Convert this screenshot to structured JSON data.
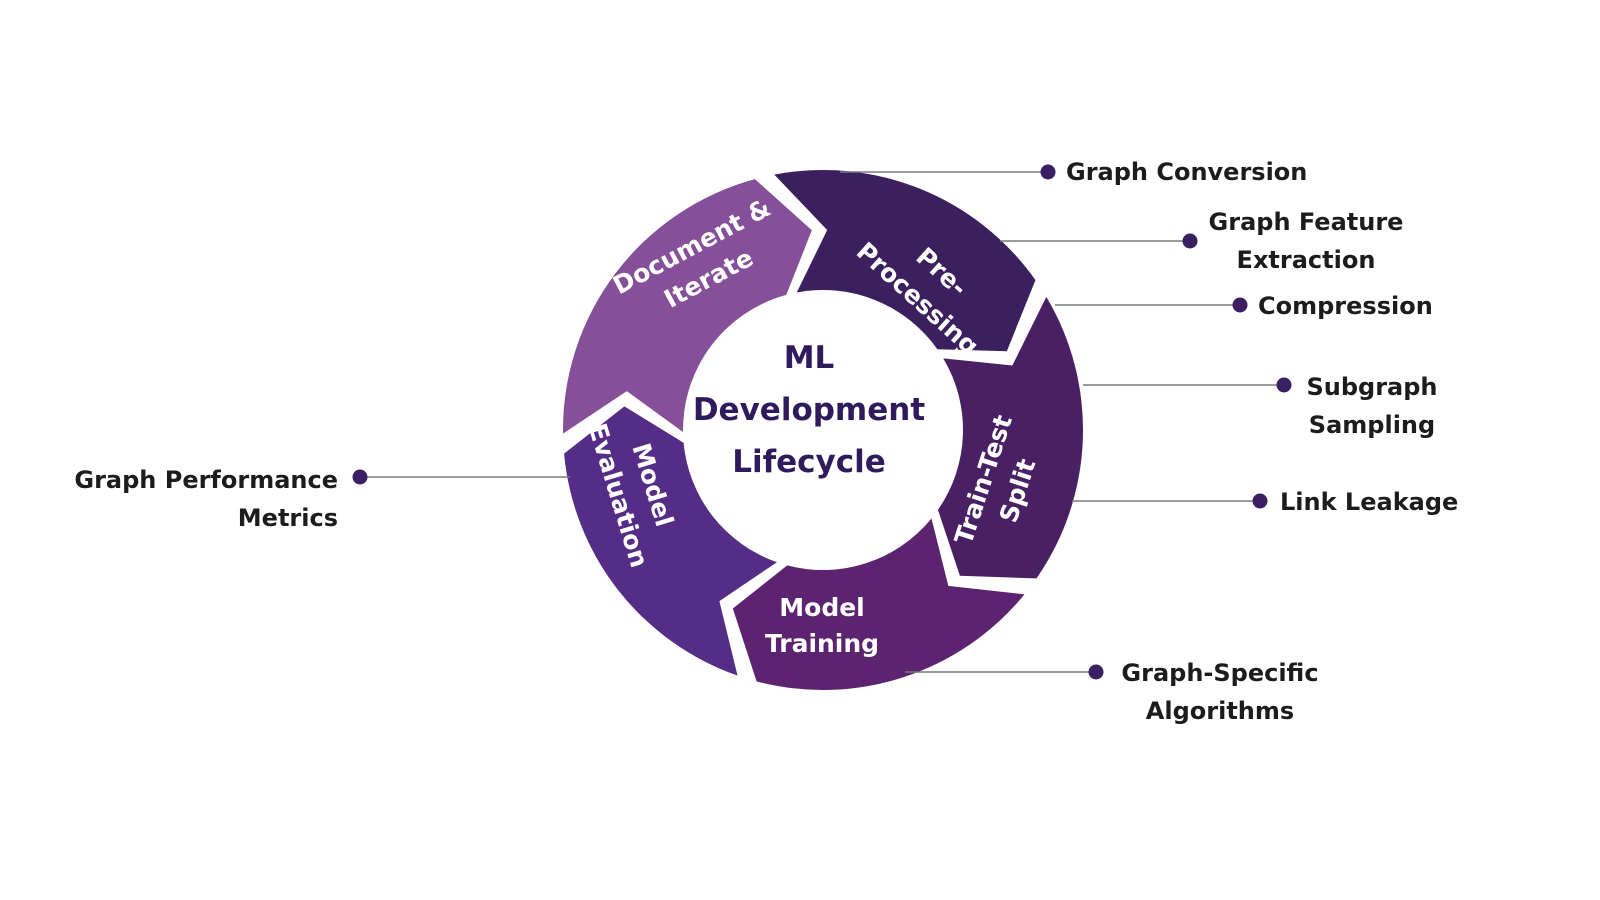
{
  "center": {
    "lines": [
      "ML",
      "Development",
      "Lifecycle"
    ]
  },
  "colors": {
    "center_text": "#2e1a5c",
    "dot": "#3a1f63",
    "pre_processing": "#3c1f5e",
    "train_test_split": "#482063",
    "model_training": "#5c2470",
    "model_evaluation": "#562d86",
    "document_iterate": "#864f9a"
  },
  "segments": [
    {
      "id": "pre_processing",
      "lines": [
        "Pre-",
        "Processing"
      ]
    },
    {
      "id": "train_test_split",
      "lines": [
        "Train-Test",
        "Split"
      ]
    },
    {
      "id": "model_training",
      "lines": [
        "Model",
        "Training"
      ]
    },
    {
      "id": "model_evaluation",
      "lines": [
        "Model",
        "Evaluation"
      ]
    },
    {
      "id": "document_iterate",
      "lines": [
        "Document &",
        "Iterate"
      ]
    }
  ],
  "callouts": [
    {
      "id": "graph_conversion",
      "lines": [
        "Graph Conversion"
      ]
    },
    {
      "id": "graph_feature_extraction",
      "lines": [
        "Graph Feature",
        "Extraction"
      ]
    },
    {
      "id": "compression",
      "lines": [
        "Compression"
      ]
    },
    {
      "id": "subgraph_sampling",
      "lines": [
        "Subgraph",
        "Sampling"
      ]
    },
    {
      "id": "link_leakage",
      "lines": [
        "Link Leakage"
      ]
    },
    {
      "id": "graph_specific_algorithms",
      "lines": [
        "Graph-Specific",
        "Algorithms"
      ]
    },
    {
      "id": "graph_performance_metrics",
      "lines": [
        "Graph Performance",
        "Metrics"
      ]
    }
  ]
}
